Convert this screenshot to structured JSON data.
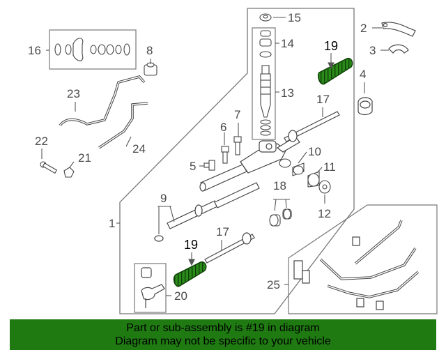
{
  "callouts": {
    "c1": "1",
    "c2": "2",
    "c3": "3",
    "c4": "4",
    "c5": "5",
    "c6": "6",
    "c7": "7",
    "c8": "8",
    "c9": "9",
    "c10": "10",
    "c11": "11",
    "c12": "12",
    "c13": "13",
    "c14": "14",
    "c15": "15",
    "c16": "16",
    "c17a": "17",
    "c17b": "17",
    "c18": "18",
    "c19a": "19",
    "c19b": "19",
    "c20": "20",
    "c21": "21",
    "c22": "22",
    "c23": "23",
    "c24": "24",
    "c25": "25"
  },
  "colors": {
    "highlight_part": "#2a8a1a",
    "banner_bg": "#1f7a12",
    "line_art": "#555555"
  },
  "banner": {
    "line1": "Part or sub-assembly is #19 in diagram",
    "line2": "Diagram may not be specific to your vehicle"
  }
}
